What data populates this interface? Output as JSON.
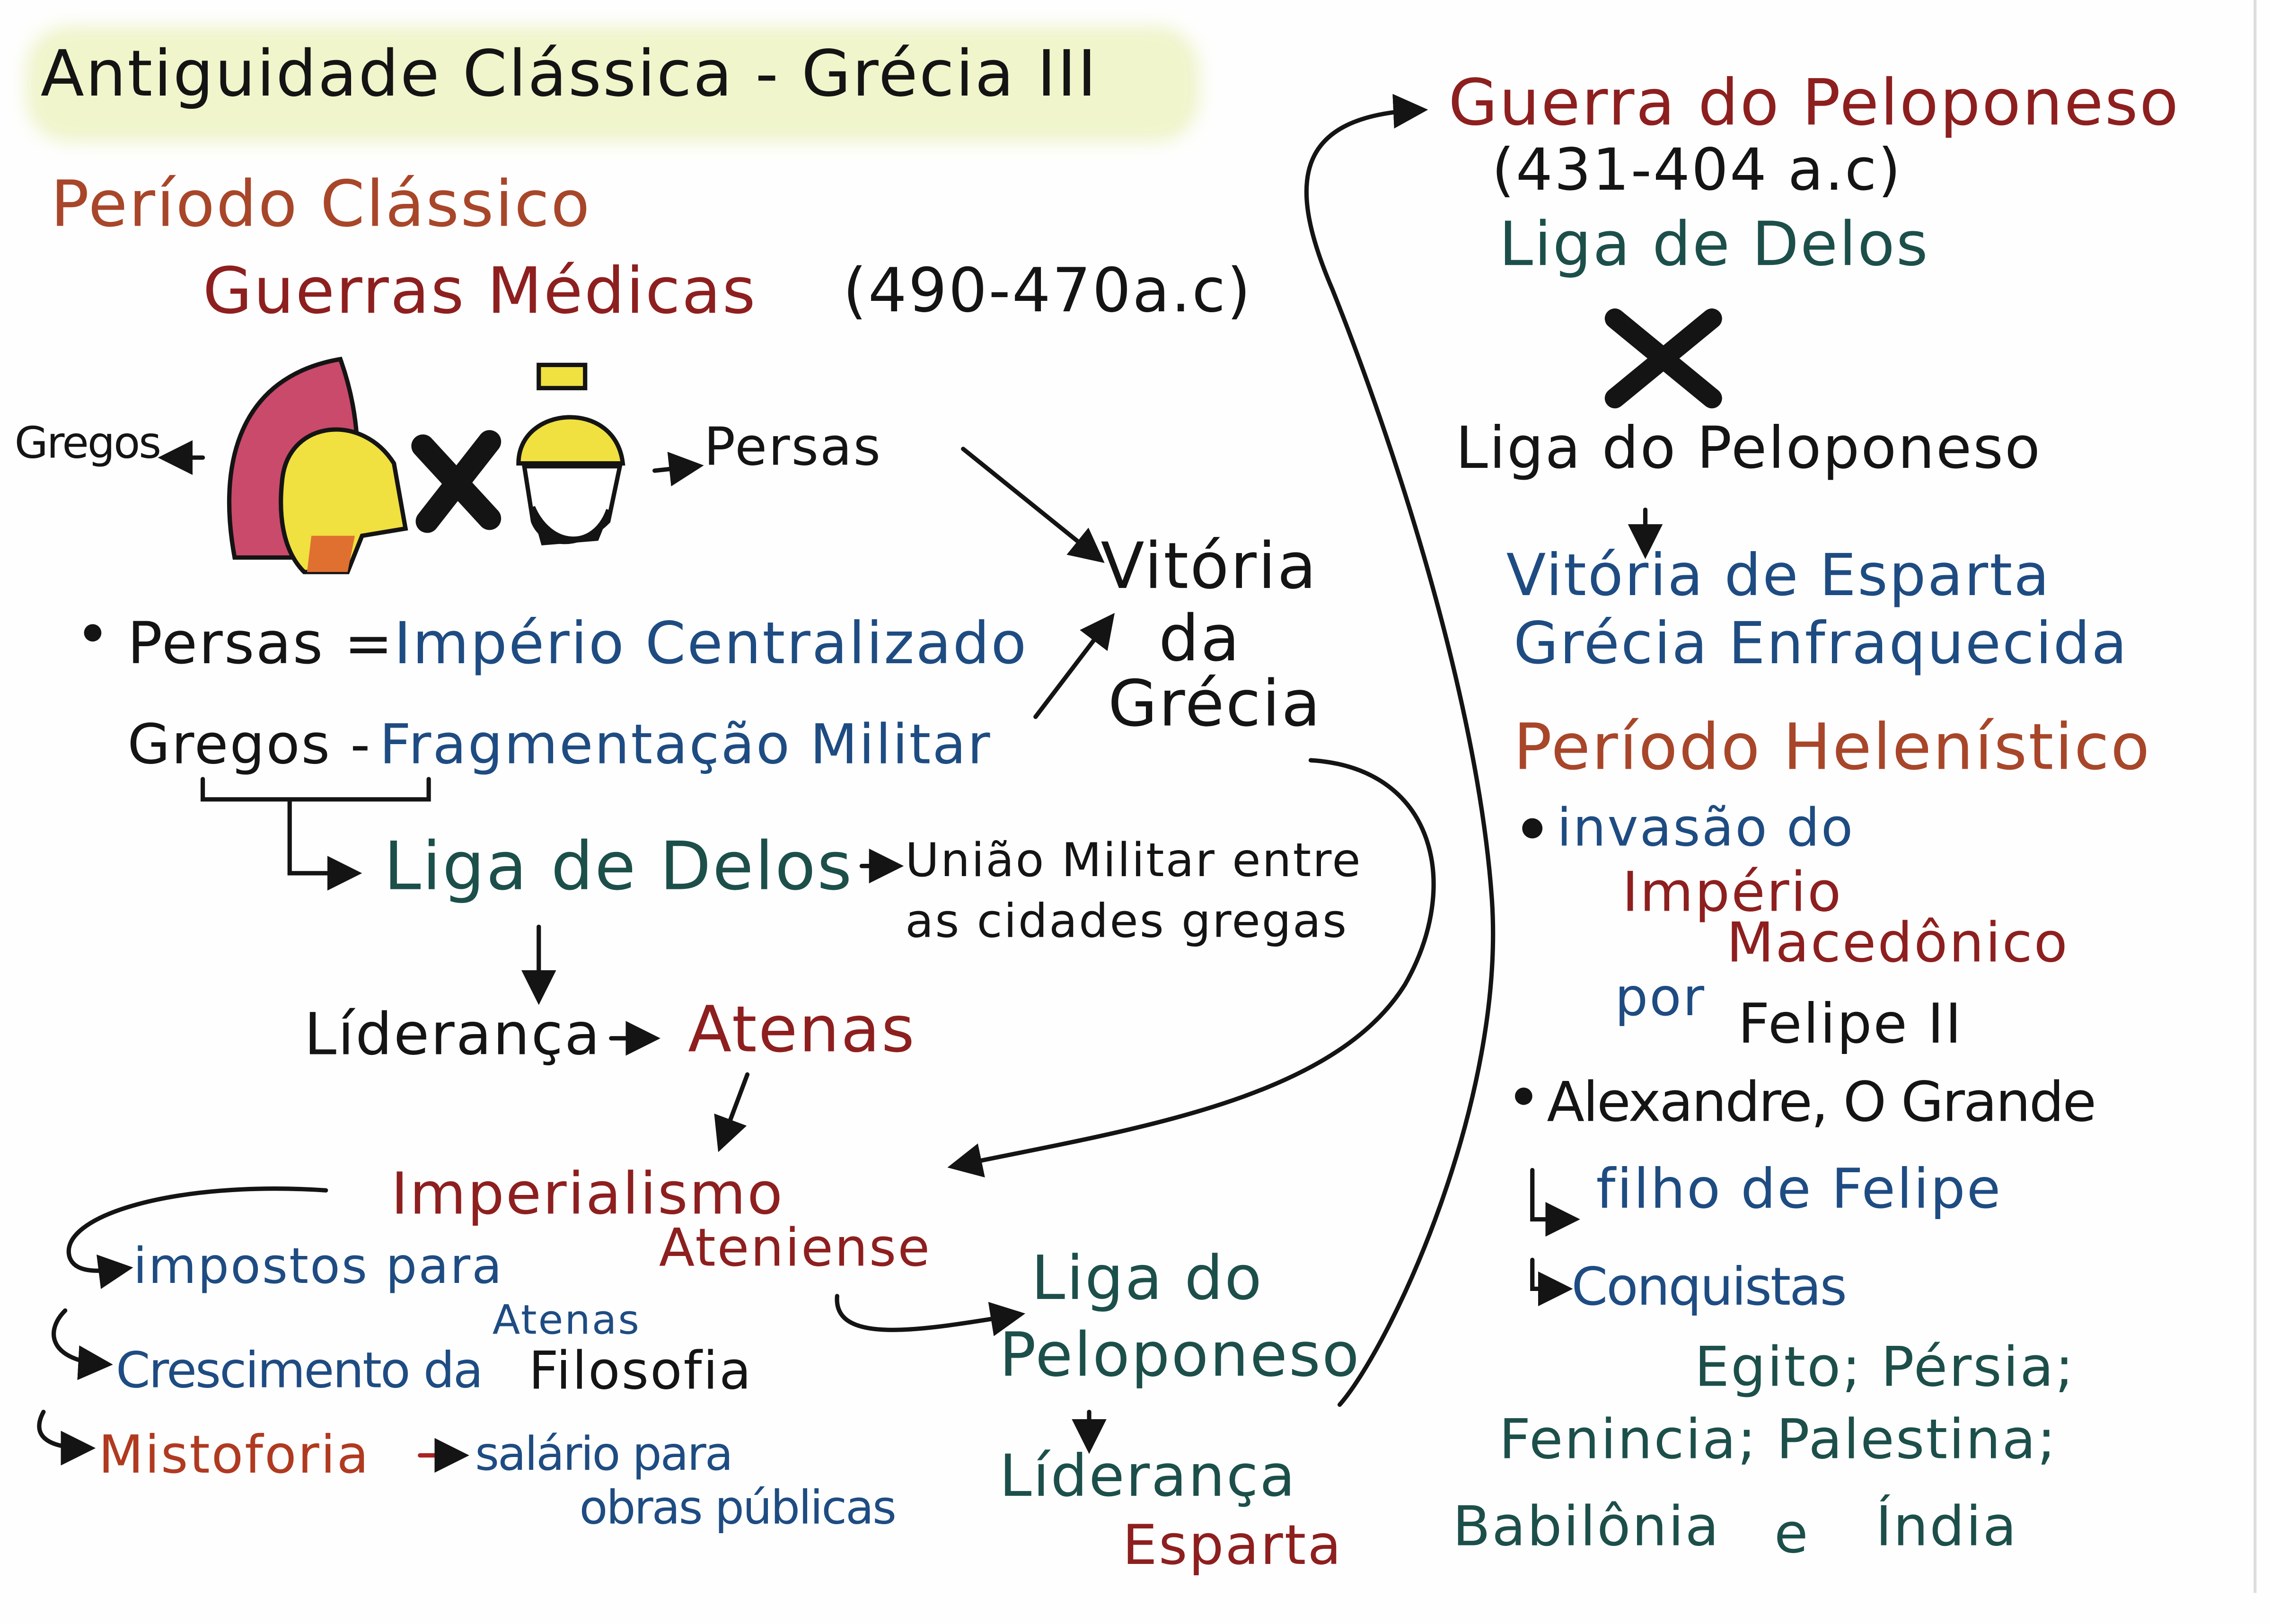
{
  "title": "Antiguidade Clássica - Grécia III",
  "colors": {
    "black": "#141414",
    "red": "#8e1f1f",
    "orange": "#a8462a",
    "blue": "#1e4c82",
    "green": "#1c4f4a",
    "highlight": "#e4eca0"
  },
  "left": {
    "periodo": "Período Clássico",
    "guerras": "Guerras Médicas",
    "guerras_datas": "(490-470a.c)",
    "gregos_label": "Gregos",
    "persas_label": "Persas",
    "vitoria": [
      "Vitória",
      "da",
      "Grécia"
    ],
    "persas_line": {
      "a": "Persas =",
      "b": "Império Centralizado"
    },
    "gregos_line": {
      "a": "Gregos -",
      "b": "Fragmentação Militar"
    },
    "liga_delos": "Liga de Delos",
    "uniao": [
      "União Militar entre",
      "as cidades gregas"
    ],
    "lideranca": "Líderança",
    "atenas": "Atenas",
    "imperialismo": [
      "Imperialismo",
      "Ateniense"
    ],
    "impostos": [
      "impostos para",
      "Atenas"
    ],
    "crescimento": {
      "a": "Crescimento da",
      "b": "Filosofia"
    },
    "mistoforia": "Mistoforia",
    "salario": [
      "salário para",
      "obras públicas"
    ],
    "liga_peloponeso": [
      "Liga do",
      "Peloponeso"
    ],
    "lideranca2": "Líderança",
    "esparta": "Esparta"
  },
  "right": {
    "guerra": "Guerra do Peloponeso",
    "guerra_datas": "(431-404 a.c)",
    "liga_delos": "Liga de Delos",
    "liga_peloponeso": "Liga do Peloponeso",
    "vitoria": "Vitória de Esparta",
    "grecia": "Grécia Enfraquecida",
    "periodo": "Período Helenístico",
    "invasao": "invasão do",
    "imperio": [
      "Império",
      "Macedônico"
    ],
    "por": "por",
    "felipe": "Felipe II",
    "alexandre": "Alexandre, O Grande",
    "filho": "filho de Felipe",
    "conquistas": "Conquistas",
    "lugares": [
      "Egito; Pérsia;",
      "Fenincia; Palestina;",
      "Babilônia",
      "e",
      "Índia"
    ]
  }
}
